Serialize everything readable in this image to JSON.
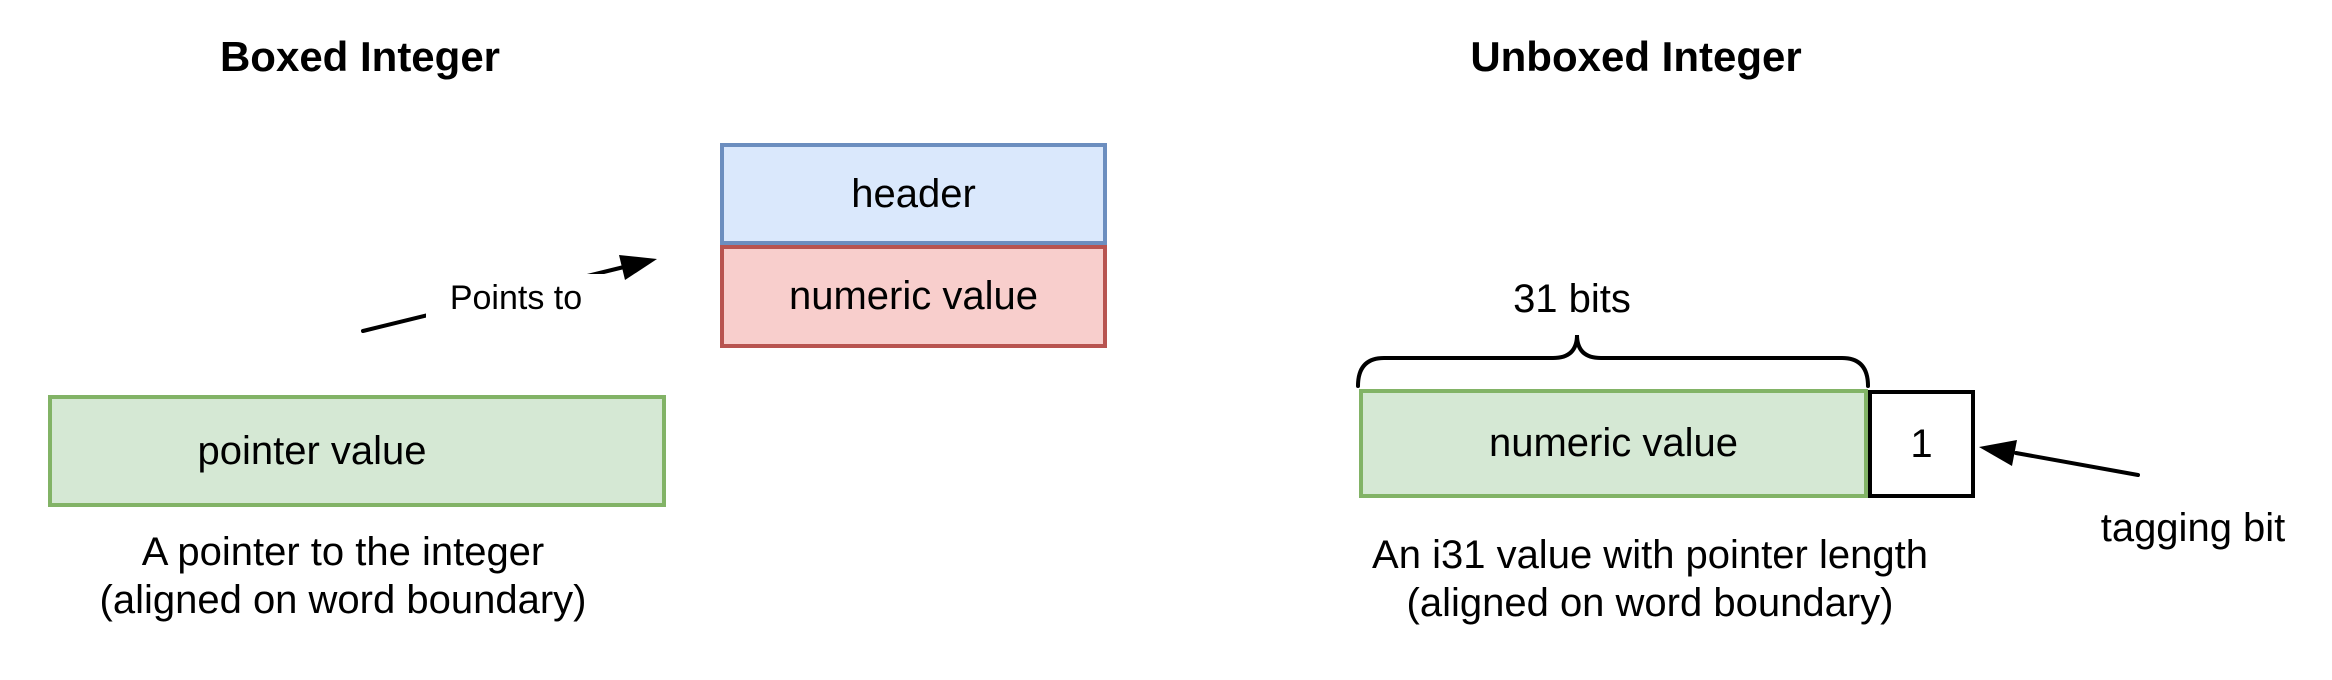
{
  "diagram": {
    "left": {
      "title": "Boxed Integer",
      "header_cell": "header",
      "numeric_cell": "numeric value",
      "pointer_cell": "pointer value",
      "arrow_label": "Points to",
      "caption_line1": "A pointer to the integer",
      "caption_line2": "(aligned on word boundary)"
    },
    "right": {
      "title": "Unboxed Integer",
      "bits_label": "31 bits",
      "numeric_cell": "numeric value",
      "tag_cell": "1",
      "tag_label": "tagging bit",
      "caption_line1": "An i31 value with pointer length",
      "caption_line2": "(aligned on word boundary)"
    },
    "colors": {
      "background": "#ffffff",
      "text": "#000000",
      "line": "#000000",
      "blue_fill": "#dae8fc",
      "blue_border": "#6c8ebf",
      "red_fill": "#f8cecc",
      "red_border": "#b85450",
      "green_fill": "#d5e8d4",
      "green_border": "#82b366"
    }
  }
}
